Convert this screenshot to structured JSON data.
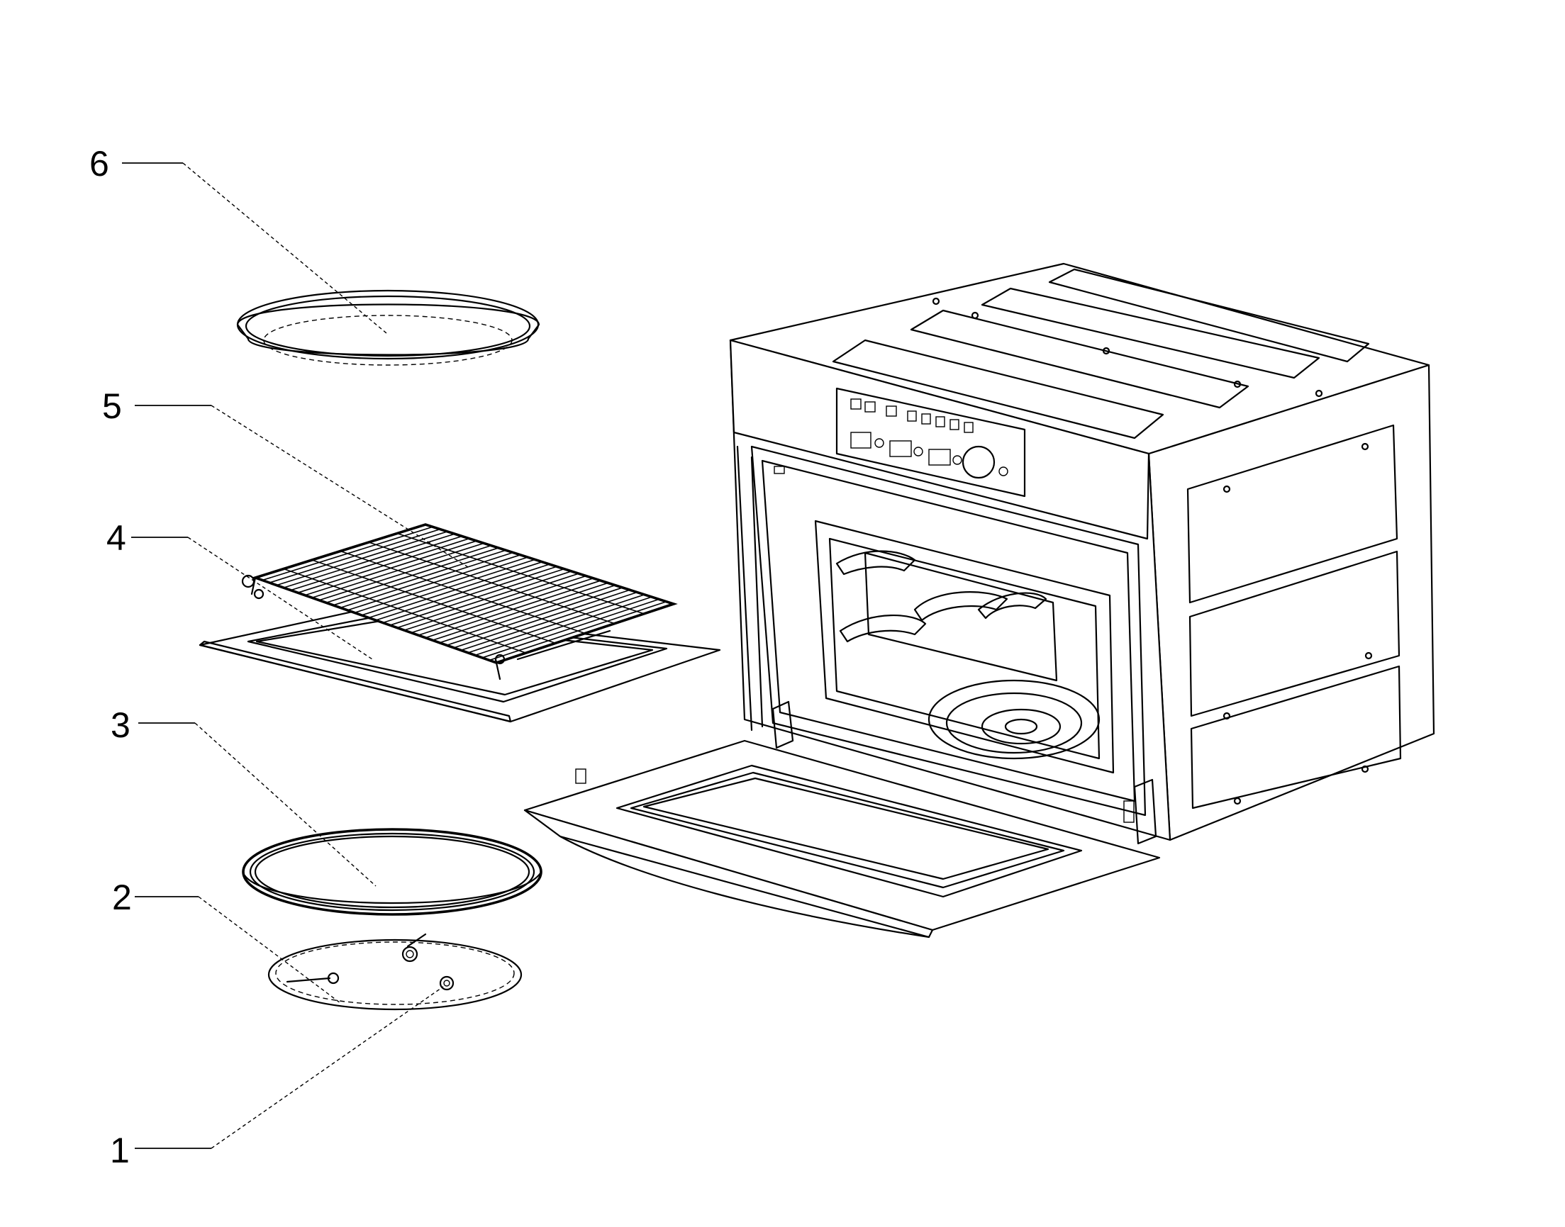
{
  "callouts": [
    {
      "number": "1",
      "part": "turntable-support-icon"
    },
    {
      "number": "2",
      "part": "roller-ring-icon"
    },
    {
      "number": "3",
      "part": "glass-turntable-icon"
    },
    {
      "number": "4",
      "part": "baking-tray-icon"
    },
    {
      "number": "5",
      "part": "wire-rack-icon"
    },
    {
      "number": "6",
      "part": "round-pan-icon"
    }
  ],
  "colors": {
    "line": "#000000",
    "background": "#ffffff"
  }
}
